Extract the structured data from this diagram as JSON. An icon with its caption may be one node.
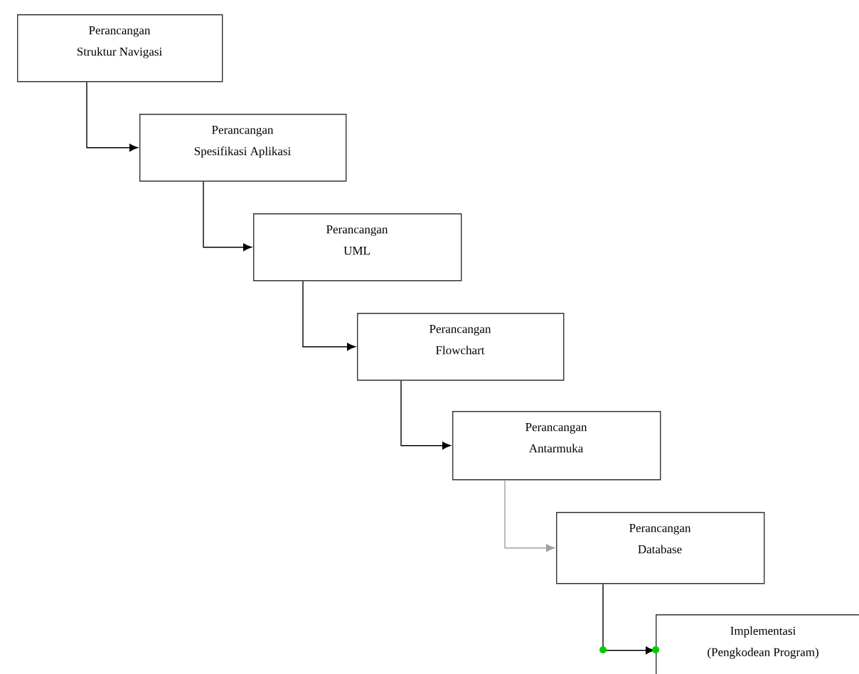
{
  "diagram": {
    "nodes": [
      {
        "text": [
          "Perancangan",
          "Struktur Navigasi"
        ]
      },
      {
        "text": [
          "Perancangan",
          "Spesifikasi Aplikasi"
        ]
      },
      {
        "text": [
          "Perancangan",
          "UML"
        ]
      },
      {
        "text": [
          "Perancangan",
          "Flowchart"
        ]
      },
      {
        "text": [
          "Perancangan",
          "Antarmuka"
        ]
      },
      {
        "text": [
          "Perancangan",
          "Database"
        ]
      },
      {
        "text": [
          "Implementasi",
          "(Pengkodean Program)"
        ]
      }
    ],
    "edges": [
      {
        "from": 0,
        "to": 1,
        "arrow": "to"
      },
      {
        "from": 1,
        "to": 2,
        "arrow": "to"
      },
      {
        "from": 2,
        "to": 3,
        "arrow": "to"
      },
      {
        "from": 3,
        "to": 4,
        "arrow": "to"
      },
      {
        "from": 4,
        "to": 5,
        "arrow": "to",
        "color": "#a0a0a0"
      },
      {
        "from": 5,
        "to": 6,
        "arrow": "to"
      }
    ]
  }
}
